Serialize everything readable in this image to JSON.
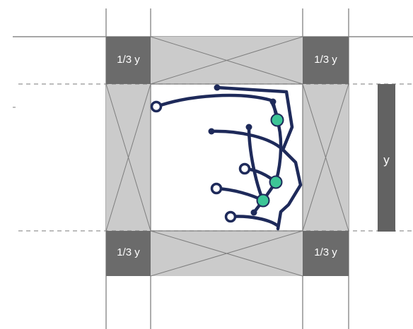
{
  "labels": {
    "corner_top_left": "1/3 y",
    "corner_top_right": "1/3 y",
    "corner_bottom_left": "1/3 y",
    "corner_bottom_right": "1/3 y",
    "dimension": "y"
  },
  "colors": {
    "background": "#ffffff",
    "grid_line": "#8a8a8a",
    "dashed_line": "#7a7a7a",
    "corner_block": "#6b6b6b",
    "margin_band": "#cbcbcb",
    "cross_line": "#7e7e7e",
    "dimension_bar": "#626262",
    "circuit_trace": "#1e2a5a",
    "node_fill": "#3cc596",
    "terminal_fill": "#ffffff"
  }
}
